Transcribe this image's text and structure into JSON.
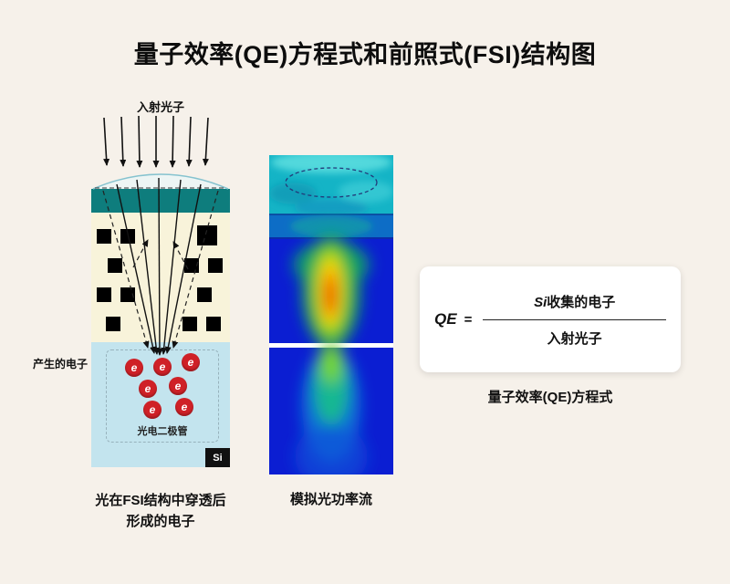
{
  "page": {
    "title": "量子效率(QE)方程式和前照式(FSI)结构图",
    "background_color": "#f6f1ea"
  },
  "fsi": {
    "incident_photons_label": "入射光子",
    "generated_electrons_label": "产生的电子",
    "photodiode_label": "光电二极管",
    "substrate_label": "Si",
    "electron_symbol": "e",
    "caption_line1": "光在FSI结构中穿透后",
    "caption_line2": "形成的电子",
    "colors": {
      "microlens_band": "#0e7d7d",
      "dielectric_layer": "#f8f3da",
      "silicon_layer": "#c3e4ee",
      "electron_badge": "#cf2127",
      "metal_block": "#000000"
    }
  },
  "simulation": {
    "caption": "模拟光功率流"
  },
  "equation": {
    "lhs": "QE",
    "equals_sign": "=",
    "numerator_si": "Si",
    "numerator_rest": "收集的电子",
    "denominator": "入射光子",
    "caption": "量子效率(QE)方程式"
  }
}
